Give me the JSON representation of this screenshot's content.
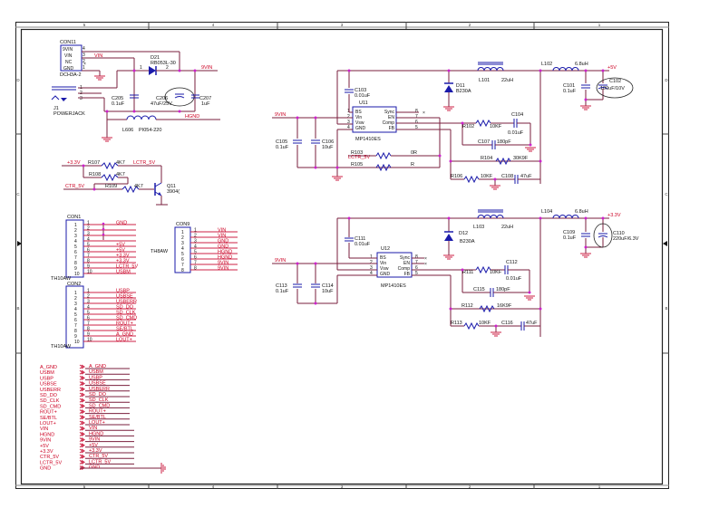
{
  "frame": {
    "column_labels": [
      "5",
      "4",
      "3",
      "2",
      "1"
    ],
    "row_labels": [
      "D",
      "C",
      "B"
    ]
  },
  "power_input": {
    "connector": {
      "ref": "CON11",
      "part": "DCH3A-2",
      "pins": [
        {
          "num": "4",
          "name": "9VIN"
        },
        {
          "num": "3",
          "name": "VIN"
        },
        {
          "num": "2",
          "name": "NC"
        },
        {
          "num": "1",
          "name": "GND"
        }
      ]
    },
    "jack": {
      "ref": "J1",
      "part": "POWERJACK",
      "pins": [
        "1",
        "2",
        "3"
      ]
    },
    "diode": {
      "ref": "D21",
      "part": "RB053L-30",
      "pin1": "1",
      "pin2": "2"
    },
    "c205": {
      "ref": "C205",
      "value": "0.1uF"
    },
    "c206": {
      "ref": "C206",
      "value": "47uF/25V"
    },
    "c207": {
      "ref": "C207",
      "value": "1uF"
    },
    "inductor": {
      "ref": "L606",
      "value": "PI054-220"
    },
    "nets": {
      "vin": "VIN",
      "9vin": "9VIN",
      "hgnd": "HGND"
    }
  },
  "level_shift": {
    "net_3v3": "+3.3V",
    "net_lctr": "LCTR_5V",
    "net_ctr": "CTR_5V",
    "r107": {
      "ref": "R107",
      "value": "4K7"
    },
    "r108": {
      "ref": "R108",
      "value": "4K7"
    },
    "r109": {
      "ref": "R109",
      "value": "4K7"
    },
    "q11": {
      "ref": "Q11",
      "part": "3904("
    }
  },
  "con1": {
    "ref": "CON1",
    "part": "TH10AW",
    "pins": [
      {
        "num": "1",
        "net": "GND"
      },
      {
        "num": "2",
        "net": ""
      },
      {
        "num": "3",
        "net": ""
      },
      {
        "num": "4",
        "net": ""
      },
      {
        "num": "5",
        "net": "+5V"
      },
      {
        "num": "6",
        "net": "+5V"
      },
      {
        "num": "7",
        "net": "+3.3V"
      },
      {
        "num": "8",
        "net": "+3.3V"
      },
      {
        "num": "9",
        "net": "LCTR_5V"
      },
      {
        "num": "10",
        "net": "USBM"
      }
    ]
  },
  "con9": {
    "ref": "CON9",
    "part": "TH8AW",
    "pins": [
      {
        "num": "1",
        "net": "VIN"
      },
      {
        "num": "2",
        "net": "VIN"
      },
      {
        "num": "3",
        "net": "GND"
      },
      {
        "num": "4",
        "net": "GND"
      },
      {
        "num": "5",
        "net": "HGND"
      },
      {
        "num": "6",
        "net": "HGND"
      },
      {
        "num": "7",
        "net": "9VIN"
      },
      {
        "num": "8",
        "net": "9VIN"
      }
    ]
  },
  "con2": {
    "ref": "CON2",
    "part": "TH10AW",
    "pins": [
      {
        "num": "1",
        "net": "USBP"
      },
      {
        "num": "2",
        "net": "USBSE"
      },
      {
        "num": "3",
        "net": "USBERR"
      },
      {
        "num": "4",
        "net": "SD_DO"
      },
      {
        "num": "5",
        "net": "SD_CLK"
      },
      {
        "num": "6",
        "net": "SD_CMD"
      },
      {
        "num": "7",
        "net": "ROUT+"
      },
      {
        "num": "8",
        "net": "SE/BTL"
      },
      {
        "num": "9",
        "net": "A_GND"
      },
      {
        "num": "10",
        "net": "LOUT+"
      }
    ]
  },
  "net_ports": {
    "left": [
      "A_GND",
      "USBM",
      "USBP",
      "USBSE",
      "USBERR",
      "SD_DO",
      "SD_CLK",
      "SD_CMD",
      "ROUT+",
      "SE/BTL",
      "LOUT+",
      "VIN",
      "HGND",
      "9VIN",
      "+5V",
      "+3.3V",
      "CTR_5V",
      "LCTR_5V",
      "GND"
    ],
    "right": [
      "A_GND",
      "USBM",
      "USBP",
      "USBSE",
      "USBERR",
      "SD_DO",
      "SD_CLK",
      "SD_CMD",
      "ROUT+",
      "SE/BTL",
      "LOUT+",
      "VIN",
      "HGND",
      "9VIN",
      "+5V",
      "+3.3V",
      "CTR_5V",
      "LCTR_5V",
      "GND"
    ]
  },
  "reg_5v": {
    "ic": {
      "ref": "U11",
      "part": "MP1410ES",
      "pins_left": [
        {
          "num": "1",
          "name": "BS"
        },
        {
          "num": "2",
          "name": "Vin"
        },
        {
          "num": "3",
          "name": "Vsw"
        },
        {
          "num": "4",
          "name": "GND"
        }
      ],
      "pins_right": [
        {
          "num": "8",
          "name": "Sync"
        },
        {
          "num": "7",
          "name": "EN"
        },
        {
          "num": "6",
          "name": "Comp"
        },
        {
          "num": "5",
          "name": "FB"
        }
      ]
    },
    "input_net": "9VIN",
    "output_net": "+5V",
    "lctr_net": "LCTR_5V",
    "c103": {
      "ref": "C103",
      "value": "0.01uF"
    },
    "c105": {
      "ref": "C105",
      "value": "0.1uF"
    },
    "c106": {
      "ref": "C106",
      "value": "10uF"
    },
    "d11": {
      "ref": "D11",
      "part": "B230A"
    },
    "l101": {
      "ref": "L101",
      "value": "22uH"
    },
    "l102": {
      "ref": "L102",
      "value": "6.8uH"
    },
    "c101": {
      "ref": "C101",
      "value": "0.1uF"
    },
    "c102": {
      "ref": "C102",
      "value": "100uF/10V"
    },
    "r102": {
      "ref": "R102",
      "value": "10KF"
    },
    "c104": {
      "ref": "C104",
      "value": "0.01uF"
    },
    "c107": {
      "ref": "C107",
      "value": "180pF"
    },
    "r103": {
      "ref": "R103",
      "value": "0R"
    },
    "r105": {
      "ref": "R105",
      "value": "R"
    },
    "r104": {
      "ref": "R104",
      "value": "30K9F"
    },
    "r106": {
      "ref": "R106",
      "value": "10KF"
    },
    "c108": {
      "ref": "C108",
      "value": "47uF"
    }
  },
  "reg_3v3": {
    "ic": {
      "ref": "U12",
      "part": "MP1410ES",
      "pins_left": [
        {
          "num": "1",
          "name": "BS"
        },
        {
          "num": "2",
          "name": "Vin"
        },
        {
          "num": "3",
          "name": "Vsw"
        },
        {
          "num": "4",
          "name": "GND"
        }
      ],
      "pins_right": [
        {
          "num": "8",
          "name": "Sync"
        },
        {
          "num": "7",
          "name": "EN"
        },
        {
          "num": "6",
          "name": "Comp"
        },
        {
          "num": "5",
          "name": "FB"
        }
      ]
    },
    "input_net": "9VIN",
    "output_net": "+3.3V",
    "c111": {
      "ref": "C111",
      "value": "0.01uF"
    },
    "c113": {
      "ref": "C113",
      "value": "0.1uF"
    },
    "c114": {
      "ref": "C114",
      "value": "10uF"
    },
    "d12": {
      "ref": "D12",
      "part": "B230A"
    },
    "l103": {
      "ref": "L103",
      "value": "22uH"
    },
    "l104": {
      "ref": "L104",
      "value": "6.8uH"
    },
    "c109": {
      "ref": "C109",
      "value": "0.1uF"
    },
    "c110": {
      "ref": "C110",
      "value": "220uF/6.3V"
    },
    "r111": {
      "ref": "R111",
      "value": "10KF"
    },
    "c112": {
      "ref": "C112",
      "value": "0.01uF"
    },
    "c115": {
      "ref": "C115",
      "value": "180pF"
    },
    "r112": {
      "ref": "R112",
      "value": "16K9F"
    },
    "r113": {
      "ref": "R113",
      "value": "10KF"
    },
    "c116": {
      "ref": "C116",
      "value": "47uF"
    }
  }
}
